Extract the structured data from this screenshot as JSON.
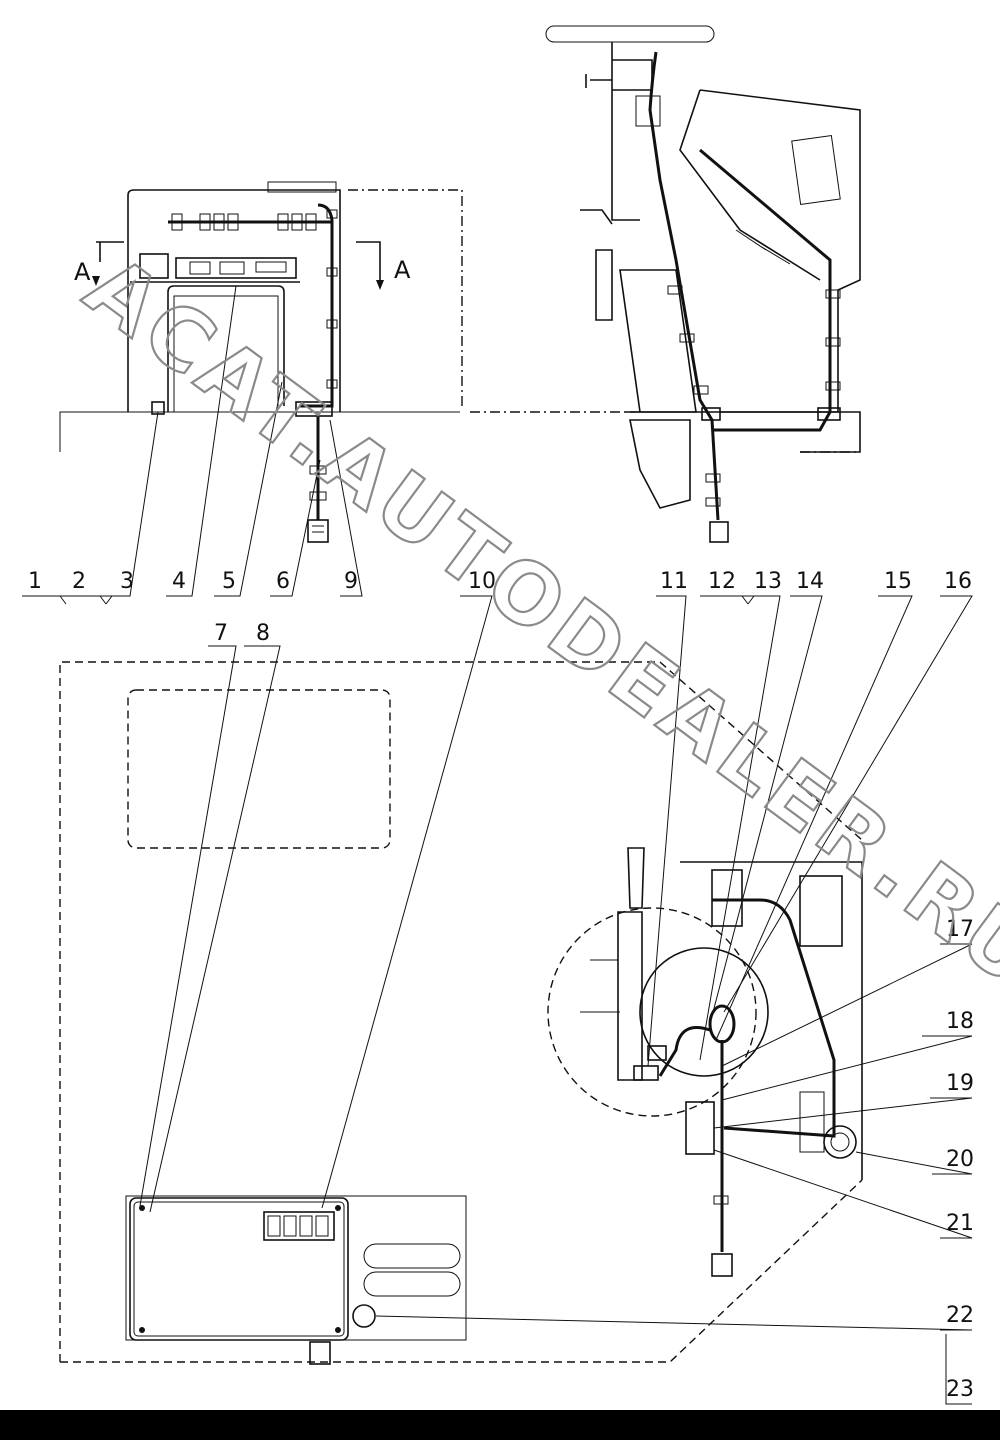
{
  "callouts": {
    "c1": "1",
    "c2": "2",
    "c3": "3",
    "c4": "4",
    "c5": "5",
    "c6": "6",
    "c7": "7",
    "c8": "8",
    "c9": "9",
    "c10": "10",
    "c11": "11",
    "c12": "12",
    "c13": "13",
    "c14": "14",
    "c15": "15",
    "c16": "16",
    "c17": "17",
    "c18": "18",
    "c19": "19",
    "c20": "20",
    "c21": "21",
    "c22": "22",
    "c23": "23"
  },
  "section": {
    "left": "A",
    "right": "A"
  },
  "watermark": "ACAT.AUTODEALER.RU"
}
